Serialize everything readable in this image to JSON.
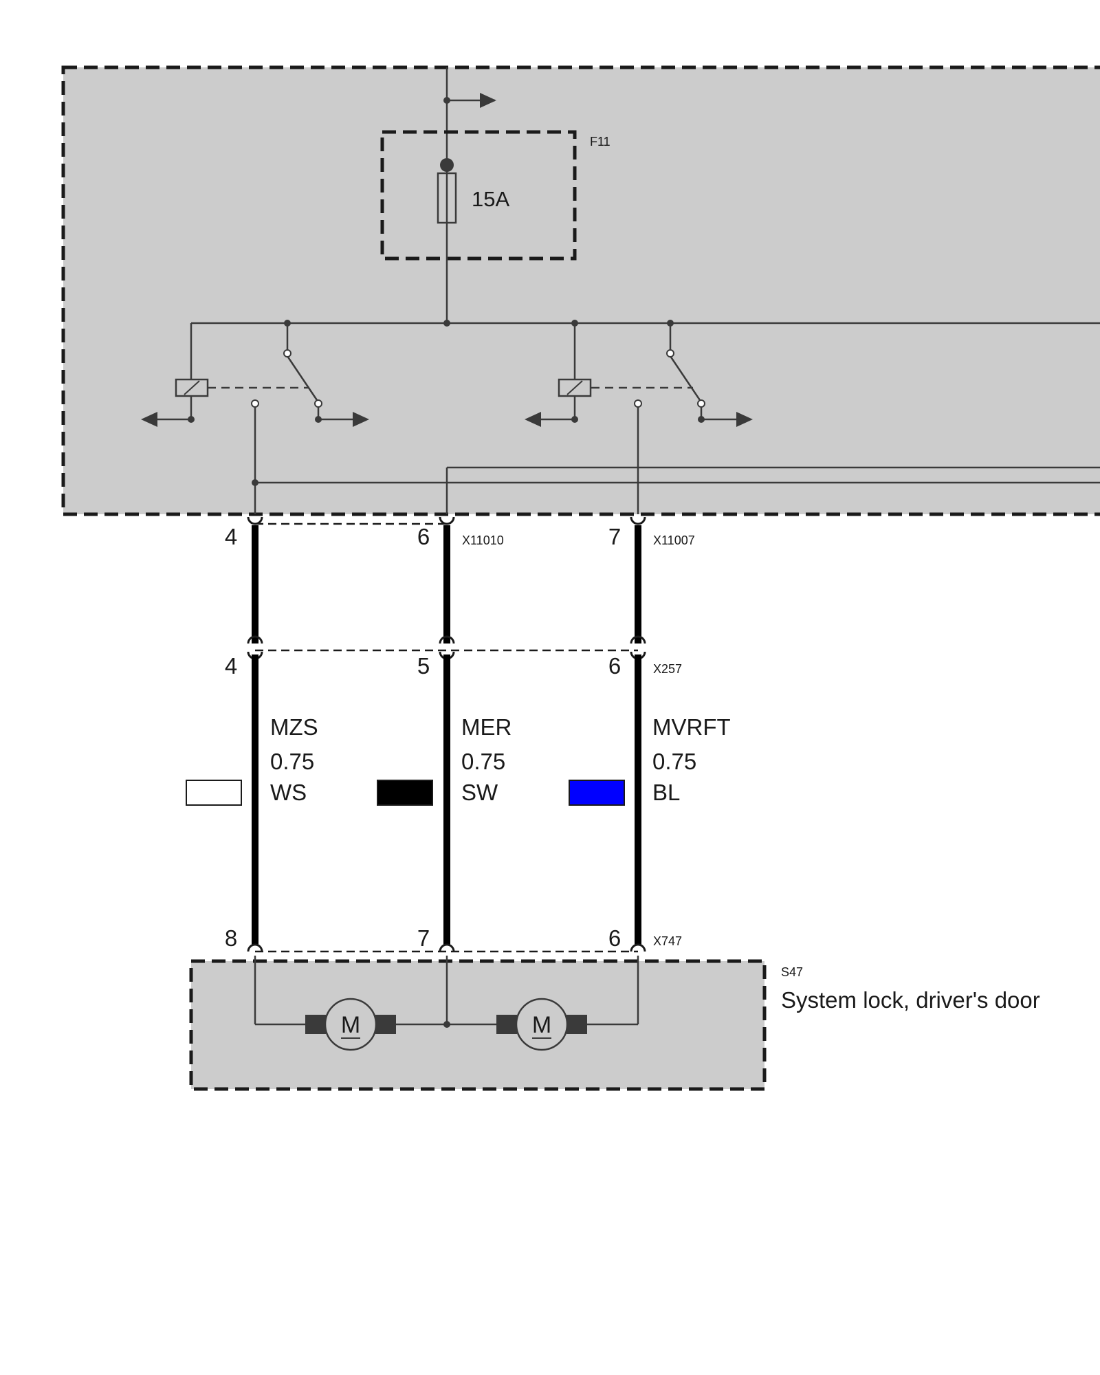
{
  "fuse": {
    "id": "F11",
    "rating": "15A"
  },
  "connectors": {
    "upper": {
      "pins": [
        "4",
        "6",
        "7"
      ],
      "ids": [
        "X11010",
        "X11007"
      ]
    },
    "middle": {
      "id": "X257",
      "pins": [
        "4",
        "5",
        "6"
      ]
    },
    "lower": {
      "id": "X747",
      "pins": [
        "8",
        "7",
        "6"
      ]
    }
  },
  "wires": [
    {
      "name": "MZS",
      "gauge": "0.75",
      "color_code": "WS",
      "swatch": "#ffffff"
    },
    {
      "name": "MER",
      "gauge": "0.75",
      "color_code": "SW",
      "swatch": "#000000"
    },
    {
      "name": "MVRFT",
      "gauge": "0.75",
      "color_code": "BL",
      "swatch": "#0000ff"
    }
  ],
  "component": {
    "id": "S47",
    "name": "System lock, driver's door",
    "motor_symbol": "M"
  },
  "colors": {
    "module_fill": "#cccccc",
    "line": "#3a3a3a"
  }
}
